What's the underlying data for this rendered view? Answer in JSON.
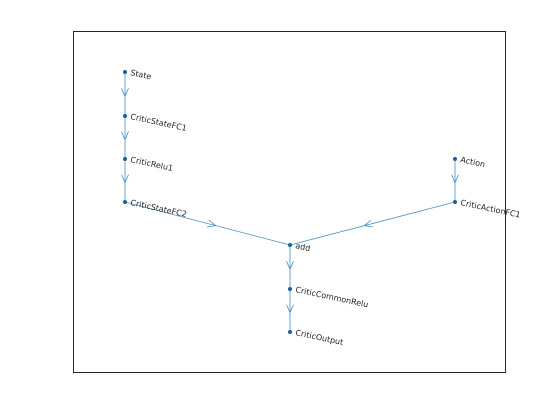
{
  "graph": {
    "edge_color": "#4a90c0",
    "node_color": "#1f5f96",
    "label_color": "#262626",
    "nodes": [
      {
        "id": "state",
        "label": "State"
      },
      {
        "id": "critic-state-fc1",
        "label": "CriticStateFC1"
      },
      {
        "id": "critic-relu1",
        "label": "CriticRelu1"
      },
      {
        "id": "critic-state-fc2",
        "label": "CriticStateFC2"
      },
      {
        "id": "action",
        "label": "Action"
      },
      {
        "id": "critic-action-fc1",
        "label": "CriticActionFC1"
      },
      {
        "id": "add",
        "label": "add"
      },
      {
        "id": "critic-common-relu",
        "label": "CriticCommonRelu"
      },
      {
        "id": "critic-output",
        "label": "CriticOutput"
      }
    ],
    "edges": [
      {
        "from": "state",
        "to": "critic-state-fc1"
      },
      {
        "from": "critic-state-fc1",
        "to": "critic-relu1"
      },
      {
        "from": "critic-relu1",
        "to": "critic-state-fc2"
      },
      {
        "from": "critic-state-fc2",
        "to": "add"
      },
      {
        "from": "action",
        "to": "critic-action-fc1"
      },
      {
        "from": "critic-action-fc1",
        "to": "add"
      },
      {
        "from": "add",
        "to": "critic-common-relu"
      },
      {
        "from": "critic-common-relu",
        "to": "critic-output"
      }
    ]
  }
}
